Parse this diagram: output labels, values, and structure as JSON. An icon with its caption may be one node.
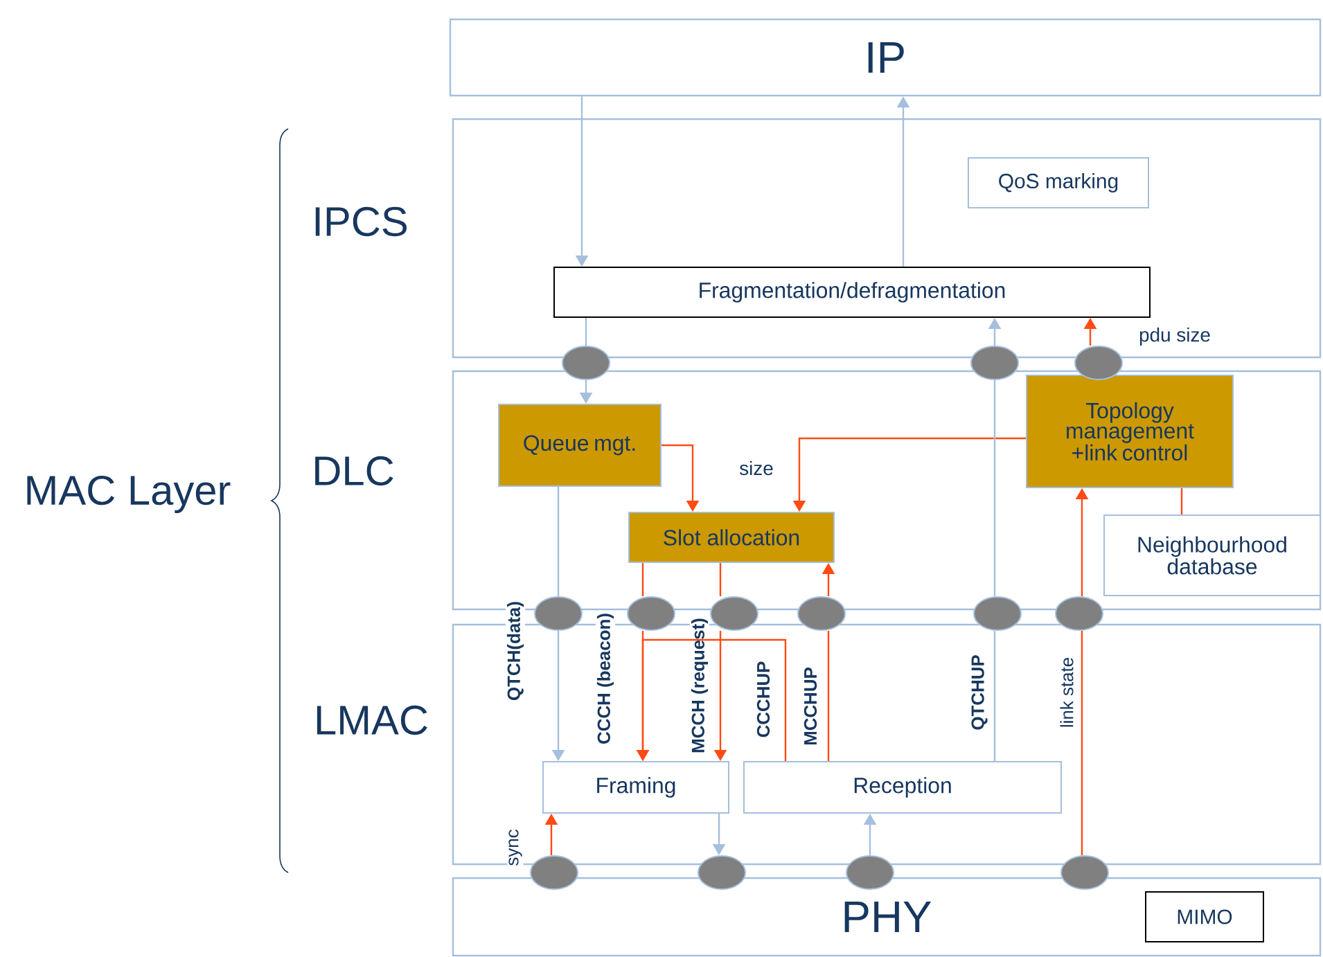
{
  "diagram": {
    "nodes": [
      {
        "text": [
          "IP"
        ]
      },
      {
        "text": [
          "IPCS"
        ]
      },
      {
        "text": [
          "QoS marking"
        ],
        "in": 1
      },
      {
        "text": [
          "Fragmentation/defragmentation"
        ],
        "in": 1
      },
      {
        "text": [
          "DLC"
        ]
      },
      {
        "text": [
          "Queue mgt."
        ],
        "in": 4
      },
      {
        "text": [
          "Slot allocation"
        ],
        "in": 4
      },
      {
        "text": [
          "Topology management +link control"
        ],
        "in": 4
      },
      {
        "text": [
          "Neighbourhood database"
        ],
        "in": 4
      },
      {
        "text": [
          "LMAC"
        ]
      },
      {
        "text": [
          "Framing"
        ],
        "in": 9
      },
      {
        "text": [
          "Reception"
        ],
        "in": 9
      },
      {
        "text": [
          "PHY"
        ]
      },
      {
        "text": [
          "MIMO"
        ],
        "in": 12
      },
      {
        "text": [],
        "shape": "ellipse"
      },
      {
        "text": [],
        "shape": "ellipse"
      },
      {
        "text": [],
        "shape": "ellipse"
      },
      {
        "text": [],
        "shape": "ellipse"
      },
      {
        "text": [],
        "shape": "ellipse"
      },
      {
        "text": [],
        "shape": "ellipse"
      },
      {
        "text": [],
        "shape": "ellipse"
      },
      {
        "text": [],
        "shape": "ellipse"
      },
      {
        "text": [],
        "shape": "ellipse"
      },
      {
        "text": [],
        "shape": "ellipse"
      },
      {
        "text": [],
        "shape": "ellipse"
      },
      {
        "text": [],
        "shape": "ellipse"
      },
      {
        "text": [],
        "shape": "ellipse"
      }
    ],
    "edges": [
      {
        "from": 0,
        "to": 3,
        "arrow": "to",
        "color": "#a5bfdc"
      },
      {
        "from": 3,
        "to": 0,
        "arrow": "to",
        "color": "#a5bfdc"
      },
      {
        "from": 3,
        "to": 14,
        "arrow": "none",
        "color": "#a5bfdc"
      },
      {
        "from": 14,
        "to": 5,
        "arrow": "to",
        "color": "#a5bfdc"
      },
      {
        "from": 15,
        "to": 3,
        "arrow": "to",
        "color": "#a5bfdc"
      },
      {
        "from": 16,
        "to": 3,
        "arrow": "to",
        "label": "pdu size"
      },
      {
        "from": 5,
        "to": 6,
        "arrow": "to",
        "label": "size"
      },
      {
        "from": 7,
        "to": 6,
        "arrow": "to"
      },
      {
        "from": 8,
        "to": 7,
        "arrow": "none"
      },
      {
        "from": 21,
        "to": 15,
        "arrow": "none",
        "color": "#a5bfdc"
      },
      {
        "from": 11,
        "to": 21,
        "arrow": "none",
        "label": "QTCHUP",
        "color": "#a5bfdc"
      },
      {
        "from": 5,
        "to": 17,
        "arrow": "none",
        "color": "#a5bfdc"
      },
      {
        "from": 17,
        "to": 10,
        "arrow": "to",
        "label": "QTCH(data)",
        "color": "#a5bfdc"
      },
      {
        "from": 6,
        "to": 18,
        "arrow": "none"
      },
      {
        "from": 18,
        "to": 10,
        "arrow": "to",
        "label": "CCCH (beacon)"
      },
      {
        "from": 6,
        "to": 19,
        "arrow": "none"
      },
      {
        "from": 19,
        "to": 10,
        "arrow": "to",
        "label": "MCCH (request)"
      },
      {
        "from": 20,
        "to": 6,
        "arrow": "to"
      },
      {
        "from": 11,
        "to": 20,
        "arrow": "none",
        "label": "MCCHUP"
      },
      {
        "from": 11,
        "to": 10,
        "arrow": "to",
        "label": "CCCHUP"
      },
      {
        "from": 22,
        "to": 7,
        "arrow": "to"
      },
      {
        "from": 26,
        "to": 22,
        "arrow": "none",
        "label": "link state"
      },
      {
        "from": 23,
        "to": 10,
        "arrow": "to",
        "label": "sync"
      },
      {
        "from": 10,
        "to": 24,
        "arrow": "to",
        "color": "#a5bfdc"
      },
      {
        "from": 25,
        "to": 11,
        "arrow": "to",
        "color": "#a5bfdc"
      }
    ],
    "labels": [
      "MAC Layer"
    ]
  }
}
